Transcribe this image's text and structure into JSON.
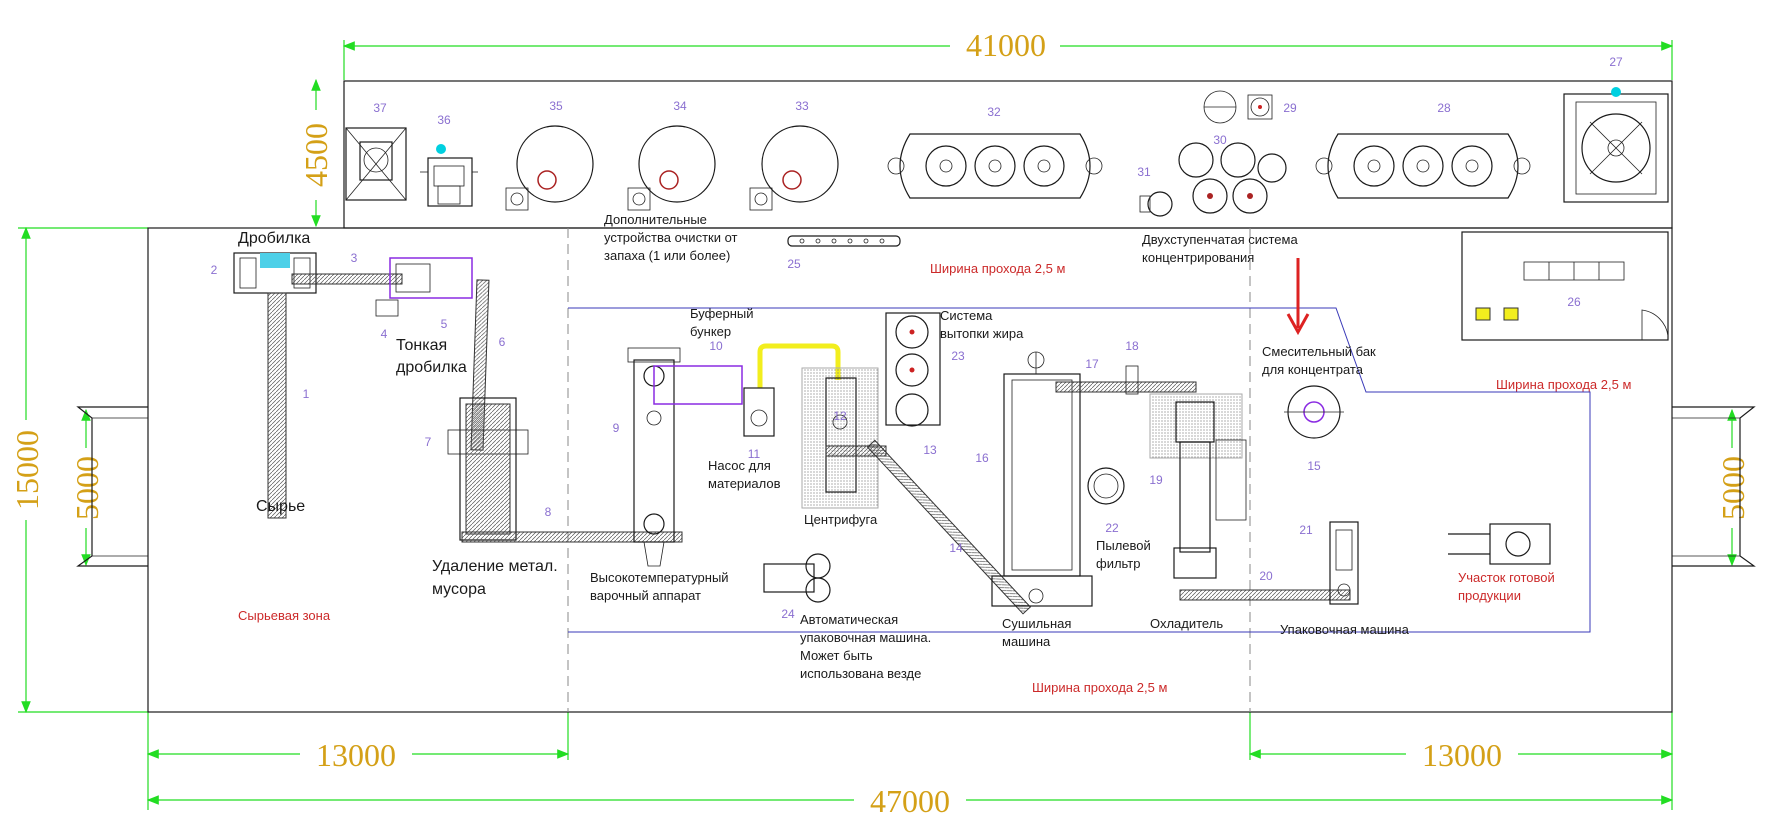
{
  "dimensions": {
    "top_total": "41000",
    "top_height": "4500",
    "bottom_total": "47000",
    "bottom_left": "13000",
    "bottom_right": "13000",
    "left_height": "15000",
    "left_door": "5000",
    "right_door": "5000"
  },
  "labels": {
    "crusher": "Дробилка",
    "fine_crusher": "Тонкая дробилка",
    "raw": "Сырье",
    "metal_removal": "Удаление метал. мусора",
    "raw_zone": "Сырьевая зона",
    "buffer_bunker": "Буферный бункер",
    "high_temp_cooker": "Высокотемпературный варочный аппарат",
    "material_pump": "Насос для материалов",
    "centrifuge": "Центрифуга",
    "fat_system": "Система вытопки жира",
    "dryer": "Сушильная машина",
    "dust_filter": "Пылевой фильтр",
    "cooler": "Охладитель",
    "mixing_tank": "Смесительный бак для концентрата",
    "packing_machine": "Упаковочная машина",
    "auto_packing": "Автоматическая упаковочная машина. Может быть использована везде",
    "finished_zone": "Участок готовой продукции",
    "odor_cleaning": "Дополнительные устройства очистки от запаха (1 или более)",
    "two_stage": "Двухступенчатая система концентрирования",
    "aisle_top": "Ширина прохода 2,5 м",
    "aisle_right": "Ширина прохода 2,5 м",
    "aisle_bottom": "Ширина прохода 2,5 м"
  },
  "numbers": [
    "1",
    "2",
    "3",
    "4",
    "5",
    "6",
    "7",
    "8",
    "9",
    "10",
    "11",
    "12",
    "13",
    "14",
    "15",
    "16",
    "17",
    "18",
    "19",
    "20",
    "21",
    "22",
    "23",
    "24",
    "25",
    "26",
    "27",
    "28",
    "29",
    "30",
    "31",
    "32",
    "33",
    "34",
    "35",
    "36",
    "37"
  ],
  "colors": {
    "dimension_line": "#22dd22",
    "dimension_text": "#d4a017",
    "annotation_red": "#cc2a2a",
    "arrow_red": "#dd2222",
    "pipe_yellow": "#f2ee1e",
    "outline_purple": "#8a2be2",
    "zone_blue": "#3a3ab8",
    "marker_cyan": "#00d0e0"
  }
}
